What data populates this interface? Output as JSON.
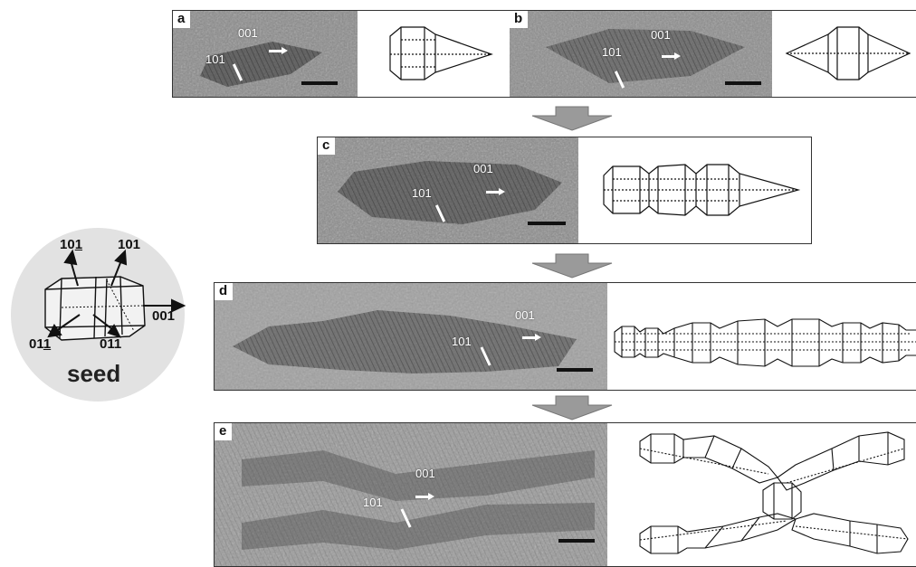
{
  "figure": {
    "panels": [
      {
        "id": "a",
        "label": "a",
        "dir_001": "001",
        "dir_101": "101"
      },
      {
        "id": "b",
        "label": "b",
        "dir_001": "001",
        "dir_101": "101"
      },
      {
        "id": "c",
        "label": "c",
        "dir_001": "001",
        "dir_101": "101"
      },
      {
        "id": "d",
        "label": "d",
        "dir_001": "001",
        "dir_101": "101"
      },
      {
        "id": "e",
        "label": "e",
        "dir_001": "001",
        "dir_101": "101"
      }
    ],
    "seed": {
      "caption": "seed",
      "dir_10_1": "10",
      "dir_10_1_bar": "1",
      "dir_101": "101",
      "dir_001": "001",
      "dir_01_1": "01",
      "dir_01_1_bar": "1",
      "dir_011": "011"
    },
    "colors": {
      "tem_base": "#8a8a8a",
      "tem_dark": "#3a3a3a",
      "seed_bg": "#e2e2e2",
      "arrow_fill": "#9a9a9a"
    }
  }
}
